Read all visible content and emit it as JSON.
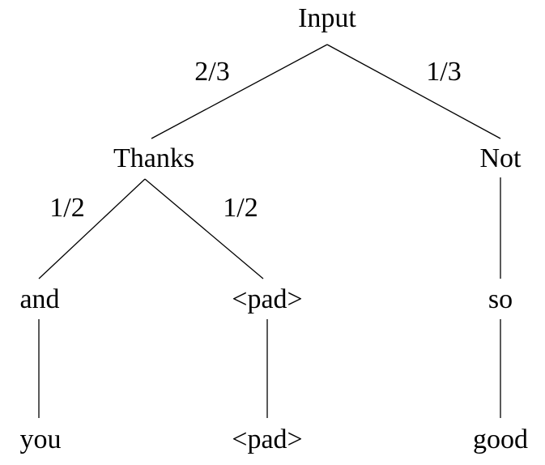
{
  "nodes": {
    "root": "Input",
    "left_child": "Thanks",
    "right_child": "Not",
    "left_left": "and",
    "left_right": "<pad>",
    "right_only": "so",
    "leaf_you": "you",
    "leaf_pad": "<pad>",
    "leaf_good": "good"
  },
  "edge_labels": {
    "root_to_thanks": "2/3",
    "root_to_not": "1/3",
    "thanks_to_and": "1/2",
    "thanks_to_pad": "1/2"
  },
  "colors": {
    "line": "#000000",
    "text": "#000000",
    "background": "#ffffff"
  }
}
